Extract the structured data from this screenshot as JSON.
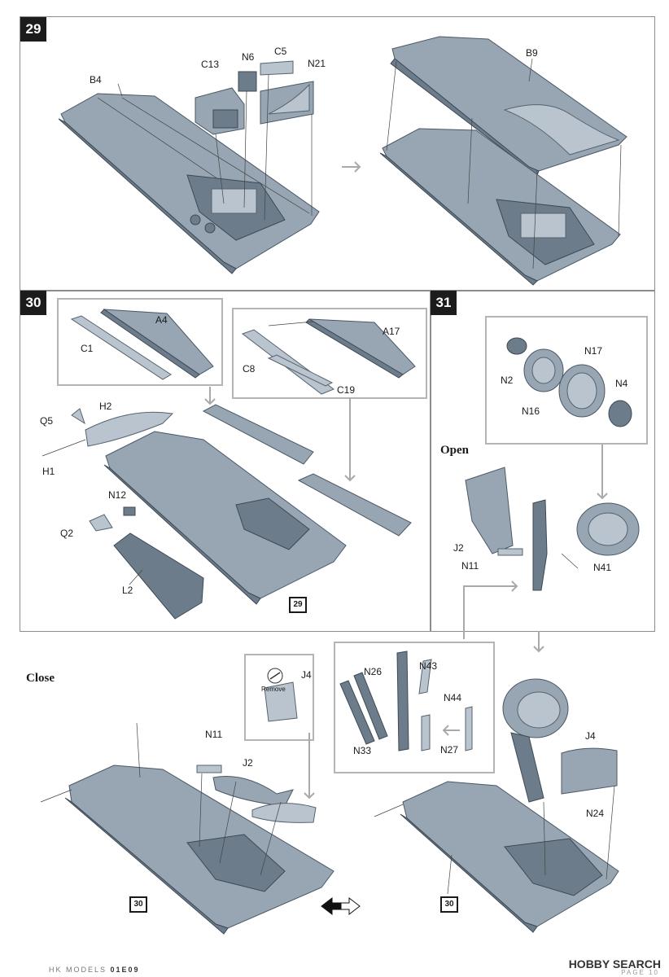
{
  "steps": [
    {
      "number": "29"
    },
    {
      "number": "30"
    },
    {
      "number": "31"
    }
  ],
  "headings": {
    "open": "Open",
    "close": "Close"
  },
  "labels": {
    "s29": {
      "b4": "B4",
      "c13": "C13",
      "n6": "N6",
      "c5": "C5",
      "n21": "N21",
      "b9": "B9"
    },
    "s30": {
      "a4": "A4",
      "c1": "C1",
      "a17": "A17",
      "c8": "C8",
      "c19": "C19",
      "q5": "Q5",
      "h2": "H2",
      "h1": "H1",
      "n12": "N12",
      "q2": "Q2",
      "l2": "L2"
    },
    "s31": {
      "n17": "N17",
      "n2": "N2",
      "n4": "N4",
      "n16": "N16",
      "j2": "J2",
      "n11": "N11",
      "n41": "N41"
    },
    "close": {
      "j4": "J4",
      "remove": "Remove",
      "n11": "N11",
      "j2": "J2"
    },
    "gear": {
      "n26": "N26",
      "n43": "N43",
      "n44": "N44",
      "n33": "N33",
      "n27": "N27",
      "j4": "J4",
      "n24": "N24"
    }
  },
  "refs": {
    "r1": "29",
    "r2": "30",
    "r3": "30"
  },
  "footer": {
    "brand": "HK MODELS",
    "code": "01E09",
    "watermark": "HOBBY SEARCH",
    "page": "PAGE 10"
  },
  "colors": {
    "part": "#98a6b3",
    "part_edge": "#4a5866",
    "badge": "#1c1c1c",
    "frame": "#8c8c8c"
  }
}
